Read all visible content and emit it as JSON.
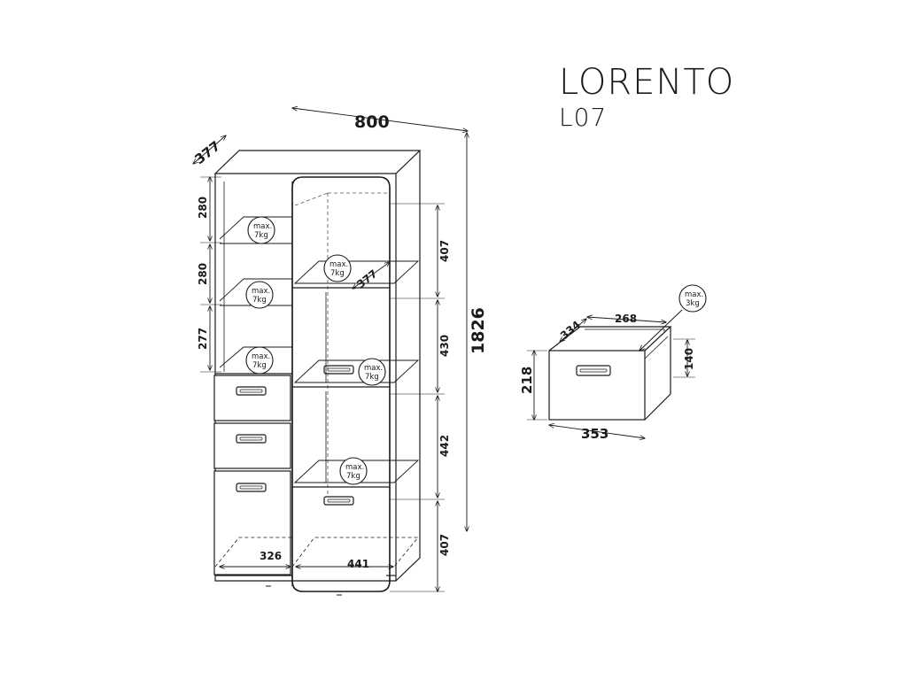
{
  "product": {
    "name": "LORENTO",
    "code": "L07"
  },
  "dimensions": {
    "width": "800",
    "depth": "377",
    "height": "1826",
    "left_col": [
      "280",
      "280",
      "277"
    ],
    "right_col": [
      "407",
      "430",
      "442",
      "407"
    ],
    "shelf_depth": "377",
    "bottom_left": "326",
    "bottom_right": "441",
    "drawer": {
      "depth": "334",
      "inner_width": "268",
      "height": "140",
      "front_height": "218",
      "front_width": "353"
    }
  },
  "load_badges": [
    {
      "line1": "max.",
      "line2": "7kg"
    },
    {
      "line1": "max.",
      "line2": "7kg"
    },
    {
      "line1": "max.",
      "line2": "7kg"
    },
    {
      "line1": "max.",
      "line2": "7kg"
    },
    {
      "line1": "max.",
      "line2": "7kg"
    },
    {
      "line1": "max.",
      "line2": "7kg"
    },
    {
      "line1": "max.",
      "line2": "3kg"
    }
  ],
  "colors": {
    "line": "#1a1a1a",
    "guide": "#555555",
    "background": "#ffffff"
  }
}
